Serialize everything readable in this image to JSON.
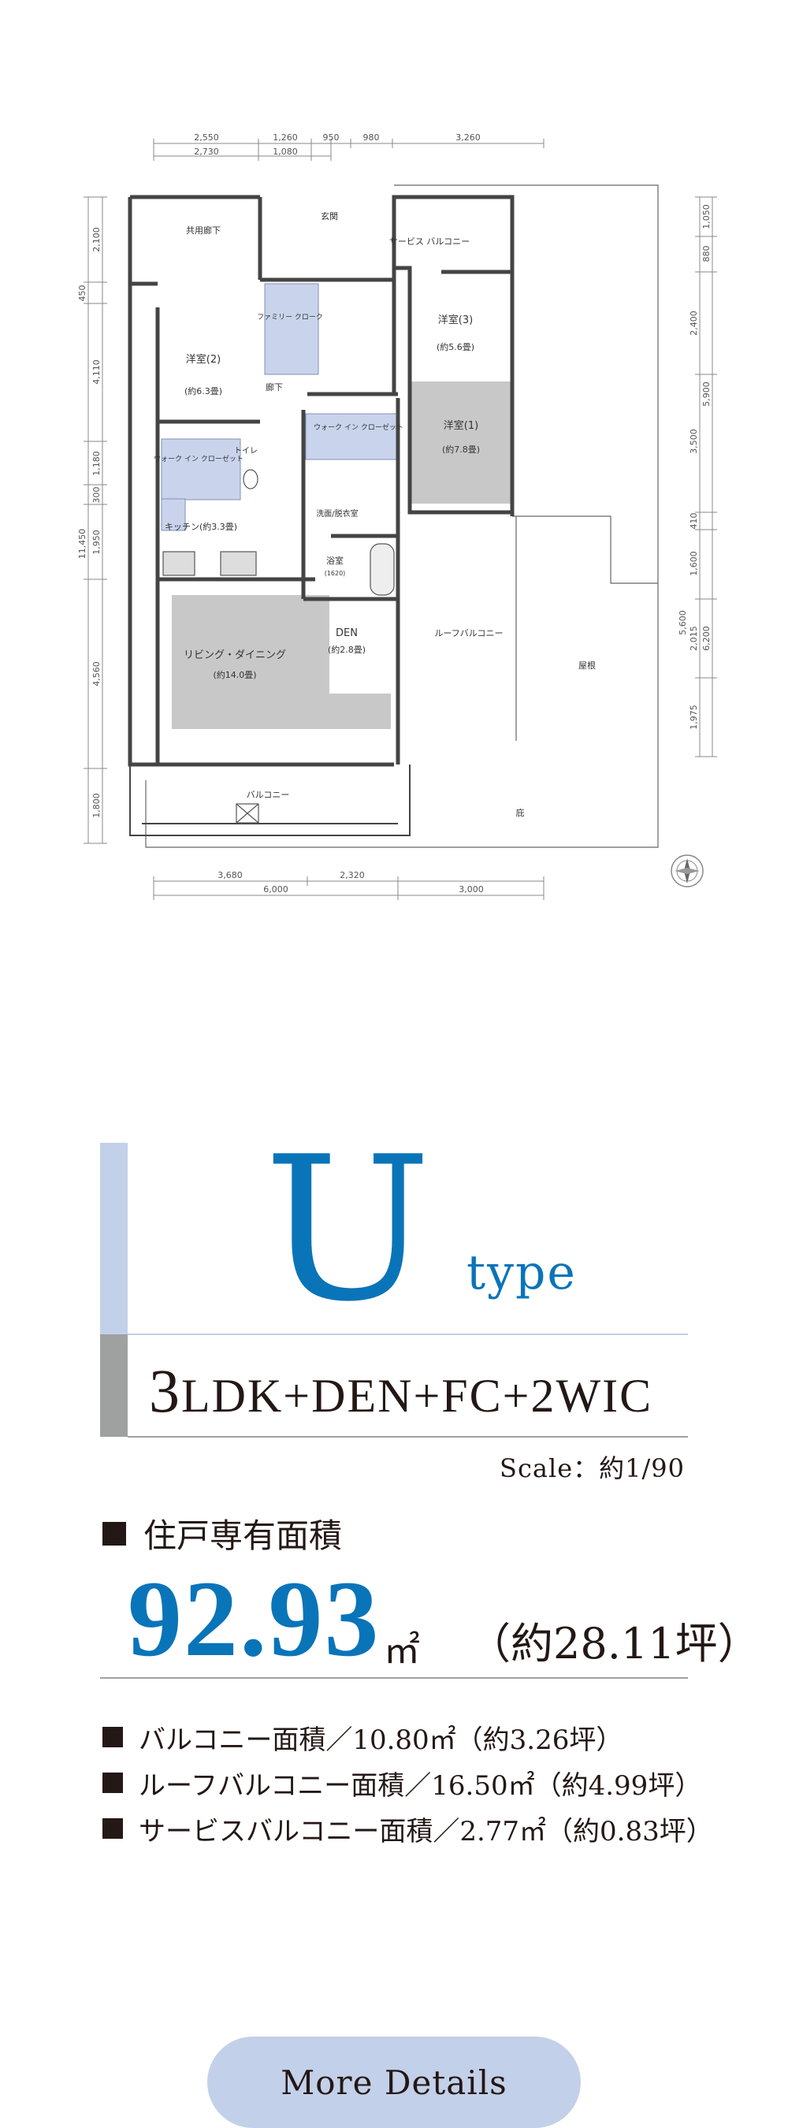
{
  "floorplan": {
    "dims_top_row1": [
      "2,550",
      "1,260",
      "950",
      "980",
      "3,260"
    ],
    "dims_top_row2": [
      "2,730",
      "1,080"
    ],
    "dims_left": [
      "2,100",
      "450",
      "4,110",
      "1,180",
      "300",
      "1,950",
      "11,450",
      "4,560",
      "1,800"
    ],
    "dims_right": [
      "1,050",
      "880",
      "2,400",
      "5,900",
      "3,500",
      "410",
      "1,600",
      "5,600",
      "2,015",
      "6,200",
      "1,975"
    ],
    "dims_bottom_row1": [
      "3,680",
      "2,320"
    ],
    "dims_bottom_row2": [
      "6,000",
      "3,000"
    ],
    "rooms": {
      "common_hall": "共用廊下",
      "entrance": "玄関",
      "service_balcony": "サービス\nバルコニー",
      "western_2": "洋室(2)",
      "western_2_size": "(約6.3畳)",
      "family_closet": "ファミリー\nクローク",
      "hallway": "廊下",
      "western_3": "洋室(3)",
      "western_3_size": "(約5.6畳)",
      "western_1": "洋室(1)",
      "western_1_size": "(約7.8畳)",
      "walk_in_closet_1": "ウォーク\nイン\nクローゼット",
      "walk_in_closet_2": "ウォーク\nイン\nクローゼット",
      "toilet": "トイレ",
      "washroom": "洗面/脱衣室",
      "kitchen": "キッチン(約3.3畳)",
      "bath": "浴室",
      "bath_size": "(1620)",
      "den": "DEN",
      "den_size": "(約2.8畳)",
      "living_dining": "リビング・ダイニング",
      "living_dining_size": "(約14.0畳)",
      "roof_balcony": "ルーフバルコニー",
      "roof": "屋根",
      "balcony": "バルコニー",
      "eaves": "庇"
    }
  },
  "type_heading": {
    "letter": "U",
    "suffix": "type",
    "plan_first": "3",
    "plan_rest": "LDK+DEN+FC+2WIC"
  },
  "scale": "Scale：約1/90",
  "area": {
    "heading": "住戸専有面積",
    "value": "92.93",
    "unit": "㎡",
    "tsubo": "（約28.11坪）"
  },
  "sub_areas": [
    "バルコニー面積／10.80㎡（約3.26坪）",
    "ルーフバルコニー面積／16.50㎡（約4.99坪）",
    "サービスバルコニー面積／2.77㎡（約0.83坪）"
  ],
  "button": {
    "label": "More Details"
  },
  "colors": {
    "accent_blue": "#0a74b9",
    "pale_blue": "#c3d0e9",
    "gray": "#9fa0a0",
    "text": "#231815"
  }
}
